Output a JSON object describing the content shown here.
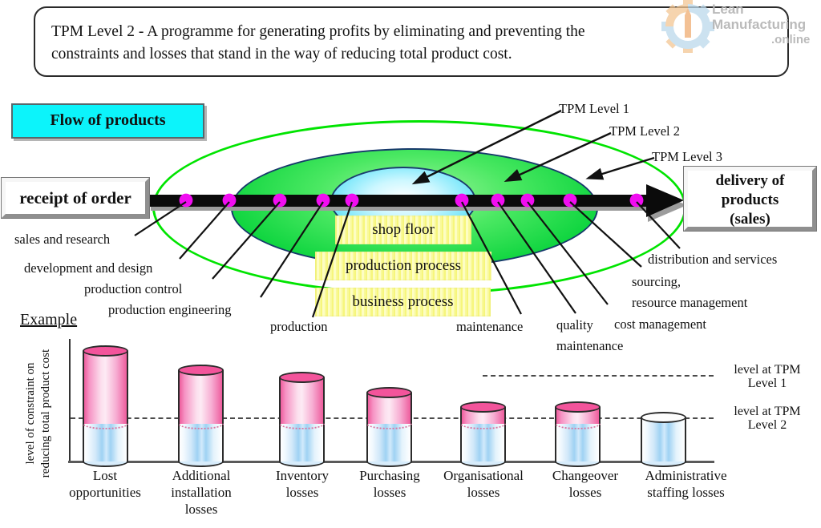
{
  "watermark": {
    "line1": "Lean",
    "line2": "Manufacturing",
    "line3": ".online"
  },
  "title": "TPM Level 2 - A programme for generating profits by eliminating and preventing the\nconstraints and losses that stand in the way of reducing total product cost.",
  "flow_label": "Flow of products",
  "receipt_label": "receipt of order",
  "delivery_label": "delivery of\nproducts\n(sales)",
  "tpm_levels": [
    "TPM Level 1",
    "TPM Level 2",
    "TPM Level 3"
  ],
  "process_labels": {
    "shop_floor": "shop floor",
    "production_process": "production process",
    "business_process": "business process"
  },
  "stages": [
    "sales and research",
    "development and design",
    "production control",
    "production engineering",
    "production",
    "maintenance",
    "quality\nmaintenance",
    "cost management",
    "sourcing,\nresource management",
    "distribution and services"
  ],
  "colors": {
    "accent_cyan": "#00f5ff",
    "ellipse_green": "#00d23a",
    "outer_ring_green": "#00e400",
    "inner_cyan": "#55e0f7",
    "dot_magenta": "#f10df1",
    "cylinder_pink": "#f3549b",
    "cylinder_blue": "#9fd2f3",
    "highlight_yellow": "#fbfb9e"
  },
  "chart_data": {
    "type": "bar",
    "title": "Example",
    "ylabel": "level of constraint on\nreducing total product cost",
    "xlabel": "",
    "grid": false,
    "ylim": [
      0,
      10
    ],
    "categories": [
      "Lost opportunities",
      "Additional installation losses",
      "Inventory losses",
      "Purchasing losses",
      "Organisational losses",
      "Changeover losses",
      "Administrative staffing losses"
    ],
    "series": [
      {
        "name": "constraint above TPM Level 2 (pink)",
        "values": [
          6.1,
          4.5,
          3.9,
          2.6,
          1.4,
          1.4,
          0
        ]
      },
      {
        "name": "constraint remaining at TPM Level 2 (blue)",
        "values": [
          3.2,
          3.2,
          3.2,
          3.2,
          3.2,
          3.2,
          3.7
        ]
      }
    ],
    "reference_lines": [
      {
        "label": "level at TPM\nLevel 1",
        "value": 7.3
      },
      {
        "label": "level at TPM\nLevel 2",
        "value": 3.7
      }
    ]
  }
}
